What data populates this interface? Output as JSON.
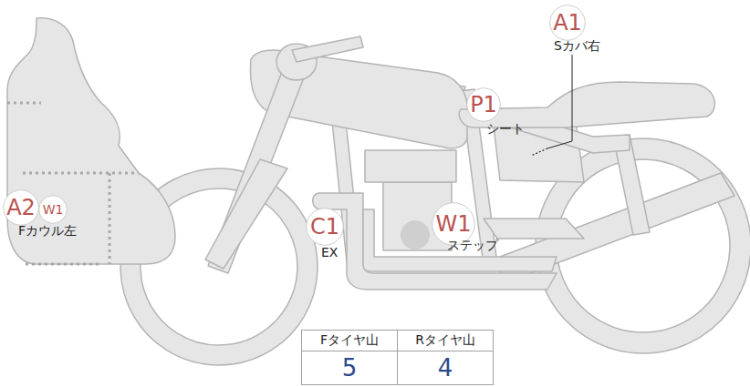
{
  "diagram": {
    "nodes": [
      {
        "text": [
          "A1"
        ]
      },
      {
        "text": [
          "P1"
        ]
      },
      {
        "text": [
          "A2"
        ]
      },
      {
        "text": [
          "W1"
        ]
      },
      {
        "text": [
          "C1"
        ]
      },
      {
        "text": [
          "W1"
        ]
      }
    ],
    "labels": [
      "Sカバ右",
      "シート",
      "Fカウル左",
      "EX",
      "ステップ",
      "Fタイヤ山",
      "Rタイヤ山",
      "5",
      "4"
    ]
  }
}
